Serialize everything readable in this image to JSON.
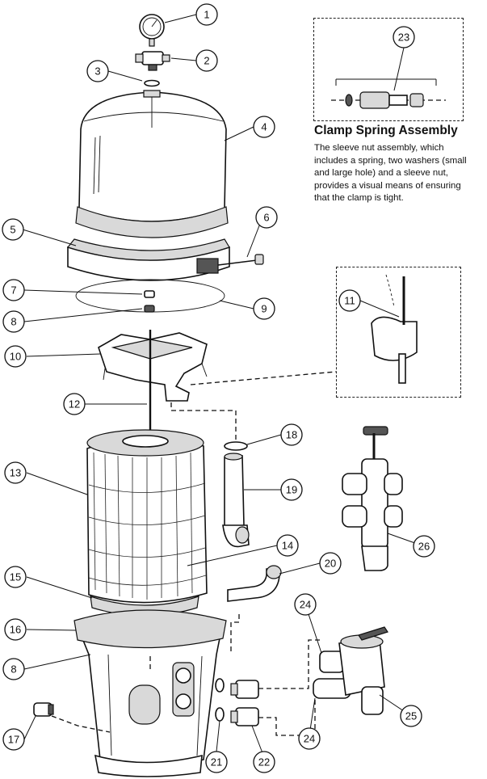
{
  "clamp_spring_assembly": {
    "title": "Clamp Spring Assembly",
    "description": "The sleeve nut assembly, which includes a spring, two washers (small and large hole) and a sleeve nut, provides a visual means of ensuring that the clamp is tight."
  },
  "callouts": {
    "c1": "1",
    "c2": "2",
    "c3": "3",
    "c4": "4",
    "c5": "5",
    "c6": "6",
    "c7": "7",
    "c8a": "8",
    "c8b": "8",
    "c9": "9",
    "c10": "10",
    "c11": "11",
    "c12": "12",
    "c13": "13",
    "c14": "14",
    "c15": "15",
    "c16": "16",
    "c17": "17",
    "c18": "18",
    "c19": "19",
    "c20": "20",
    "c21": "21",
    "c22": "22",
    "c23": "23",
    "c24a": "24",
    "c24b": "24",
    "c25": "25",
    "c26": "26"
  }
}
